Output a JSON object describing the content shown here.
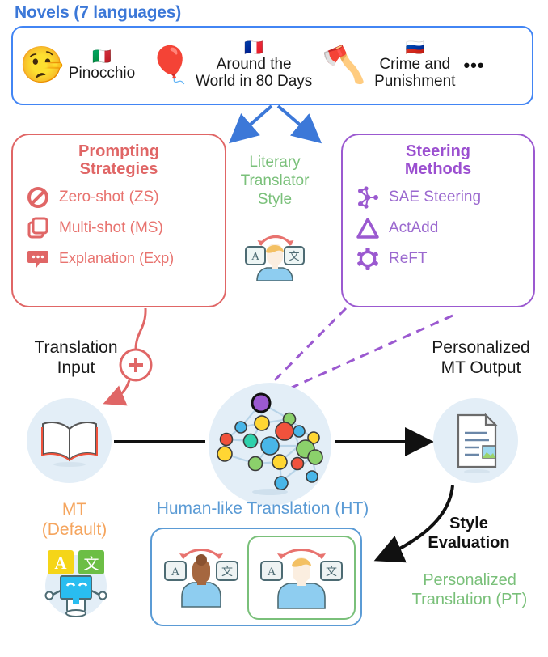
{
  "novels": {
    "title": "Novels (7 languages)",
    "items": [
      {
        "emoji": "🤥",
        "icon_name": "pinocchio-face-icon",
        "flag": "🇮🇹",
        "flag_name": "flag-italy",
        "name": "Pinocchio"
      },
      {
        "emoji": "🎈",
        "icon_name": "hot-air-balloon-icon",
        "flag": "🇫🇷",
        "flag_name": "flag-france",
        "name": "Around the\nWorld in 80 Days"
      },
      {
        "emoji": "🪓",
        "icon_name": "axe-icon",
        "flag": "🇷🇺",
        "flag_name": "flag-russia",
        "name": "Crime and\nPunishment"
      }
    ],
    "ellipsis": "•••"
  },
  "prompting": {
    "title": "Prompting\nStrategies",
    "color": "#e06666",
    "methods": [
      {
        "label": "Zero-shot (ZS)",
        "icon": "no-entry-slash-icon"
      },
      {
        "label": "Multi-shot (MS)",
        "icon": "stacked-cards-icon"
      },
      {
        "label": "Explanation (Exp)",
        "icon": "speech-bubble-icon"
      }
    ]
  },
  "steering": {
    "title": "Steering\nMethods",
    "color": "#9b4fd0",
    "methods": [
      {
        "label": "SAE Steering",
        "icon": "neural-network-icon"
      },
      {
        "label": "ActAdd",
        "icon": "triangle-delta-icon"
      },
      {
        "label": "ReFT",
        "icon": "gear-icon"
      }
    ]
  },
  "literary_style": {
    "label": "Literary\nTranslator\nStyle",
    "color": "#7ac07a",
    "icon": "translator-person-icon"
  },
  "pipeline": {
    "input_label": "Translation\nInput",
    "input_icon": "open-book-icon",
    "model_icon": "neural-network-sphere-icon",
    "output_label": "Personalized\nMT Output",
    "output_icon": "document-icon",
    "plus_badge": "+"
  },
  "bottom": {
    "mt_label": "MT\n(Default)",
    "mt_color": "#f5a55e",
    "mt_icon": "robot-translator-icon",
    "ht_label": "Human-like Translation (HT)",
    "ht_color": "#5b9bd5",
    "ht_icon": "human-translator-icon",
    "pt_label": "Personalized\nTranslation (PT)",
    "pt_color": "#7ac07a",
    "pt_icon": "personalized-translator-icon",
    "style_evaluation_label": "Style\nEvaluation"
  },
  "chart_data": {
    "type": "diagram",
    "title": "Personalized Machine Translation pipeline",
    "nodes": [
      "Novels (7 languages)",
      "Prompting Strategies",
      "Steering Methods",
      "Literary Translator Style",
      "Translation Input",
      "LLM",
      "Personalized MT Output",
      "MT (Default)",
      "Human-like Translation (HT)",
      "Personalized Translation (PT)"
    ],
    "edges": [
      {
        "from": "Novels (7 languages)",
        "to": "Prompting Strategies",
        "style": "solid-blue-arrow"
      },
      {
        "from": "Novels (7 languages)",
        "to": "Steering Methods",
        "style": "solid-blue-arrow"
      },
      {
        "from": "Prompting Strategies",
        "to": "Translation Input",
        "style": "curved-red-arrow-with-plus"
      },
      {
        "from": "Steering Methods",
        "to": "LLM",
        "style": "purple-dashed"
      },
      {
        "from": "Translation Input",
        "to": "LLM",
        "style": "black-line"
      },
      {
        "from": "LLM",
        "to": "Personalized MT Output",
        "style": "black-arrow"
      },
      {
        "from": "Personalized MT Output",
        "to": "Personalized Translation (PT)",
        "style": "curved-black-arrow",
        "label": "Style Evaluation"
      }
    ]
  }
}
